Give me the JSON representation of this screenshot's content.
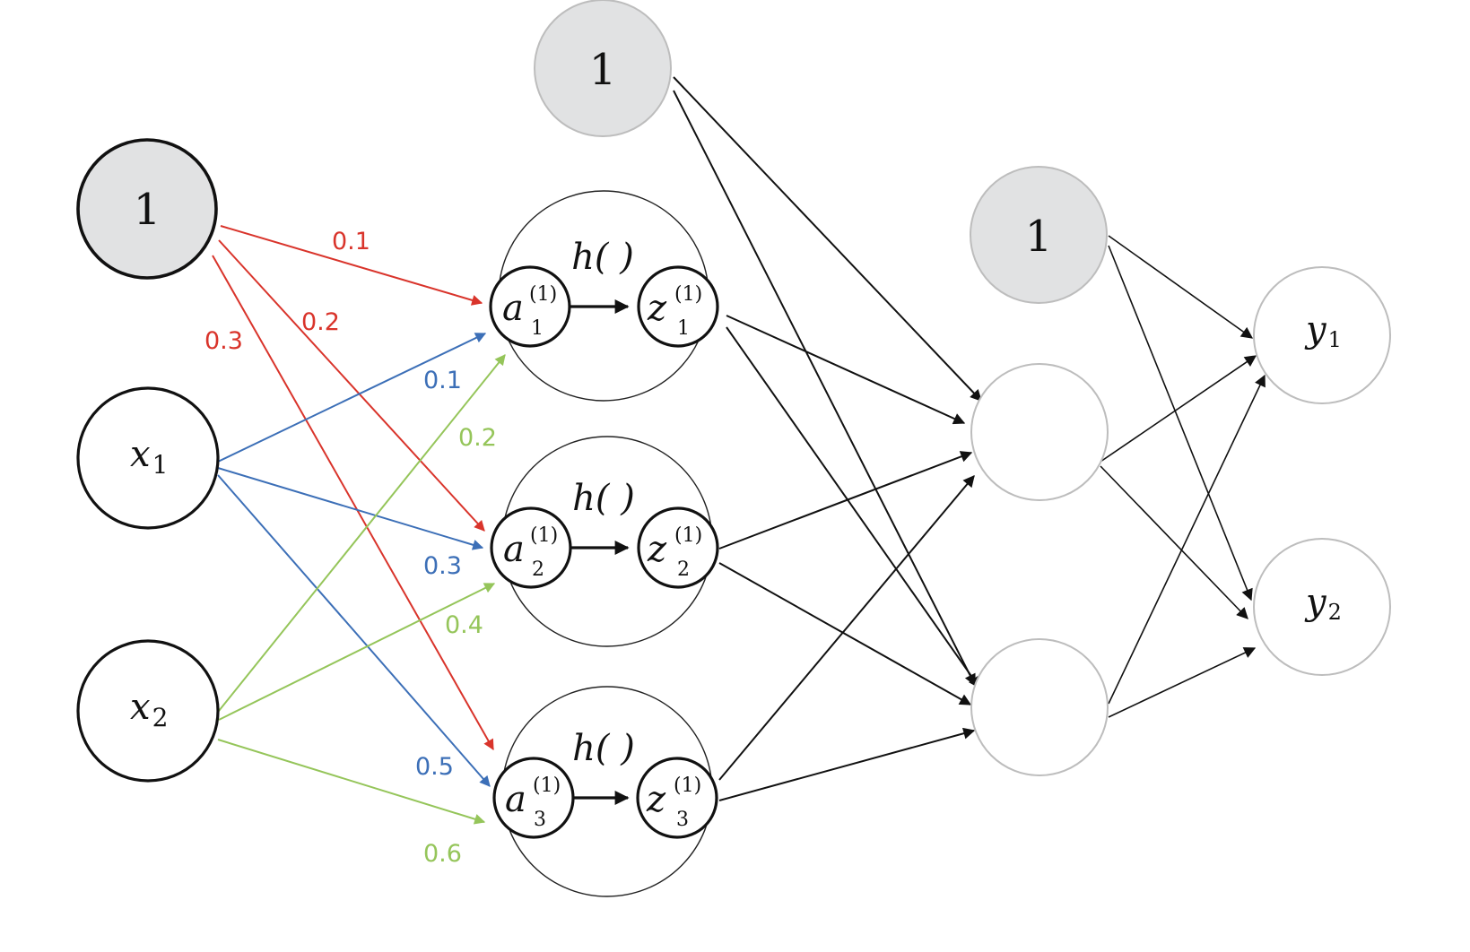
{
  "input_layer": {
    "bias": "1",
    "x1": {
      "base": "x",
      "sub": "1"
    },
    "x2": {
      "base": "x",
      "sub": "2"
    }
  },
  "hidden_layer": {
    "bias": "1",
    "function_label": "h( )",
    "units": [
      {
        "a": "a",
        "z": "z",
        "sup": "(1)",
        "sub": "1"
      },
      {
        "a": "a",
        "z": "z",
        "sup": "(1)",
        "sub": "2"
      },
      {
        "a": "a",
        "z": "z",
        "sup": "(1)",
        "sub": "3"
      }
    ]
  },
  "second_hidden_layer": {
    "bias": "1"
  },
  "output_layer": {
    "y1": {
      "base": "y",
      "sub": "1"
    },
    "y2": {
      "base": "y",
      "sub": "2"
    }
  },
  "weights": {
    "bias_to_a1": "0.1",
    "bias_to_a2": "0.2",
    "bias_to_a3": "0.3",
    "x1_to_a1": "0.1",
    "x1_to_a2": "0.3",
    "x1_to_a3": "0.5",
    "x2_to_a1": "0.2",
    "x2_to_a2": "0.4",
    "x2_to_a3": "0.6"
  },
  "colors": {
    "bias_edges": "#d9342b",
    "x1_edges": "#3c6fb7",
    "x2_edges": "#95c55a",
    "other_edges": "#111111",
    "bias_fill": "#e1e2e3"
  }
}
